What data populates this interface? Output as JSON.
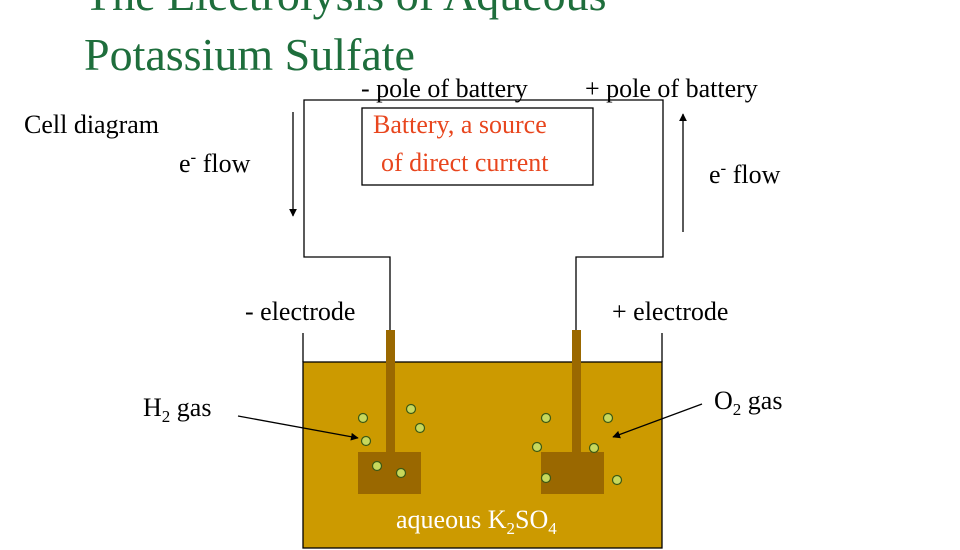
{
  "title": {
    "line1": "The Electrolysis of Aqueous",
    "line2": "Potassium Sulfate",
    "bullet": "+"
  },
  "labels": {
    "cell_diagram": "Cell diagram",
    "neg_pole": "- pole of battery",
    "pos_pole": "+ pole of battery",
    "battery_line1": "Battery, a source",
    "battery_line2": "of direct current",
    "eflow_left": {
      "base": "e",
      "sup": "-",
      "rest": " flow"
    },
    "eflow_right": {
      "base": "e",
      "sup": "-",
      "rest": " flow"
    },
    "neg_electrode": "- electrode",
    "pos_electrode": "+ electrode",
    "h2_gas": {
      "base": "H",
      "sub": "2",
      "rest": " gas"
    },
    "o2_gas": {
      "base": "O",
      "sub": "2",
      "rest": " gas"
    },
    "solution": {
      "pre": "aqueous K",
      "sub1": "2",
      "mid": "SO",
      "sub2": "4"
    }
  },
  "colors": {
    "title": "#1e6e3c",
    "bullet": "#c8a800",
    "battery_text": "#e8461e",
    "solution": "#cc9a00",
    "electrode": "#9a6800",
    "bubble_fill": "#c8d85c",
    "bubble_stroke": "#3c5a14",
    "solution_text": "#ffffff"
  }
}
